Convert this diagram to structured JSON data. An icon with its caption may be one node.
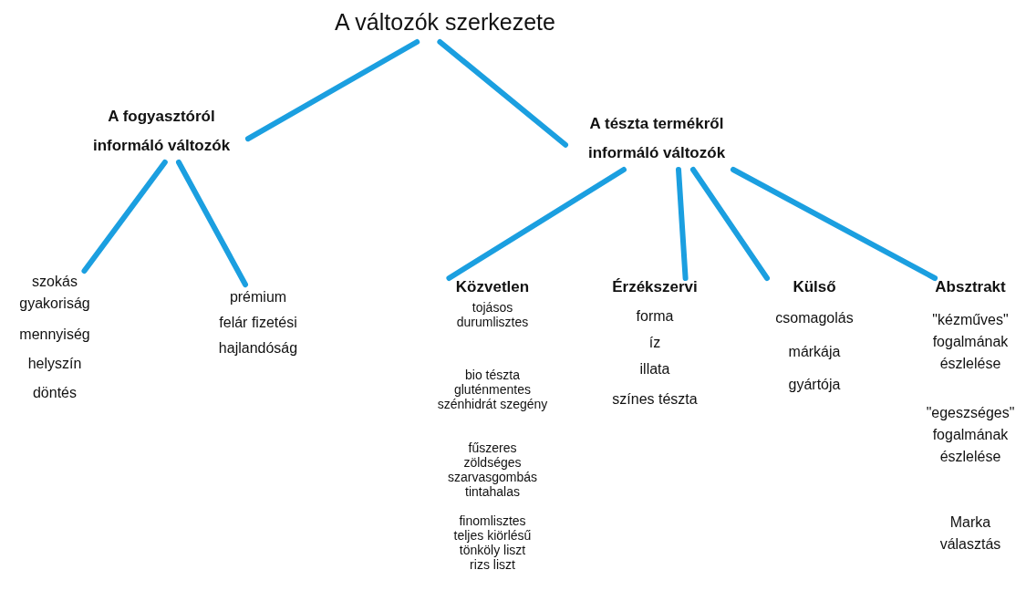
{
  "diagram": {
    "nodes": [
      {
        "text": [
          "A változók szerkezete"
        ]
      },
      {
        "text": [
          "A fogyasztóról informáló változók"
        ]
      },
      {
        "text": [
          "A tészta termékről informáló változók"
        ]
      },
      {
        "text": [
          "szokás gyakoriság",
          "mennyiség",
          "helyszín",
          "döntés"
        ]
      },
      {
        "text": [
          "prémium",
          "felár fizetési",
          "hajlandóság"
        ]
      },
      {
        "text": [
          "Közvetlen",
          "tojásos",
          "durumlisztes",
          "bio tészta",
          "gluténmentes",
          "szénhidrát szegény",
          "fűszeres",
          "zöldséges",
          "szarvasgombás",
          "tintahalas",
          "finomlisztes",
          "teljes kiörlésű",
          "tönköly liszt",
          "rizs liszt"
        ]
      },
      {
        "text": [
          "Érzékszervi",
          "forma",
          "íz",
          "illata",
          "színes tészta"
        ]
      },
      {
        "text": [
          "Külső",
          "csomagolás",
          "márkája",
          "gyártója"
        ]
      },
      {
        "text": [
          "Absztrakt",
          "\"kézműves\" fogalmának észlelése",
          "\"egeszséges\" fogalmának észlelése",
          "Marka választás"
        ]
      }
    ],
    "edges": [
      {
        "from": 0,
        "to": 1,
        "arrow": "none"
      },
      {
        "from": 0,
        "to": 2,
        "arrow": "none"
      },
      {
        "from": 1,
        "to": 3,
        "arrow": "none"
      },
      {
        "from": 1,
        "to": 4,
        "arrow": "none"
      },
      {
        "from": 2,
        "to": 5,
        "arrow": "none"
      },
      {
        "from": 2,
        "to": 6,
        "arrow": "none"
      },
      {
        "from": 2,
        "to": 7,
        "arrow": "none"
      },
      {
        "from": 2,
        "to": 8,
        "arrow": "none"
      }
    ]
  }
}
